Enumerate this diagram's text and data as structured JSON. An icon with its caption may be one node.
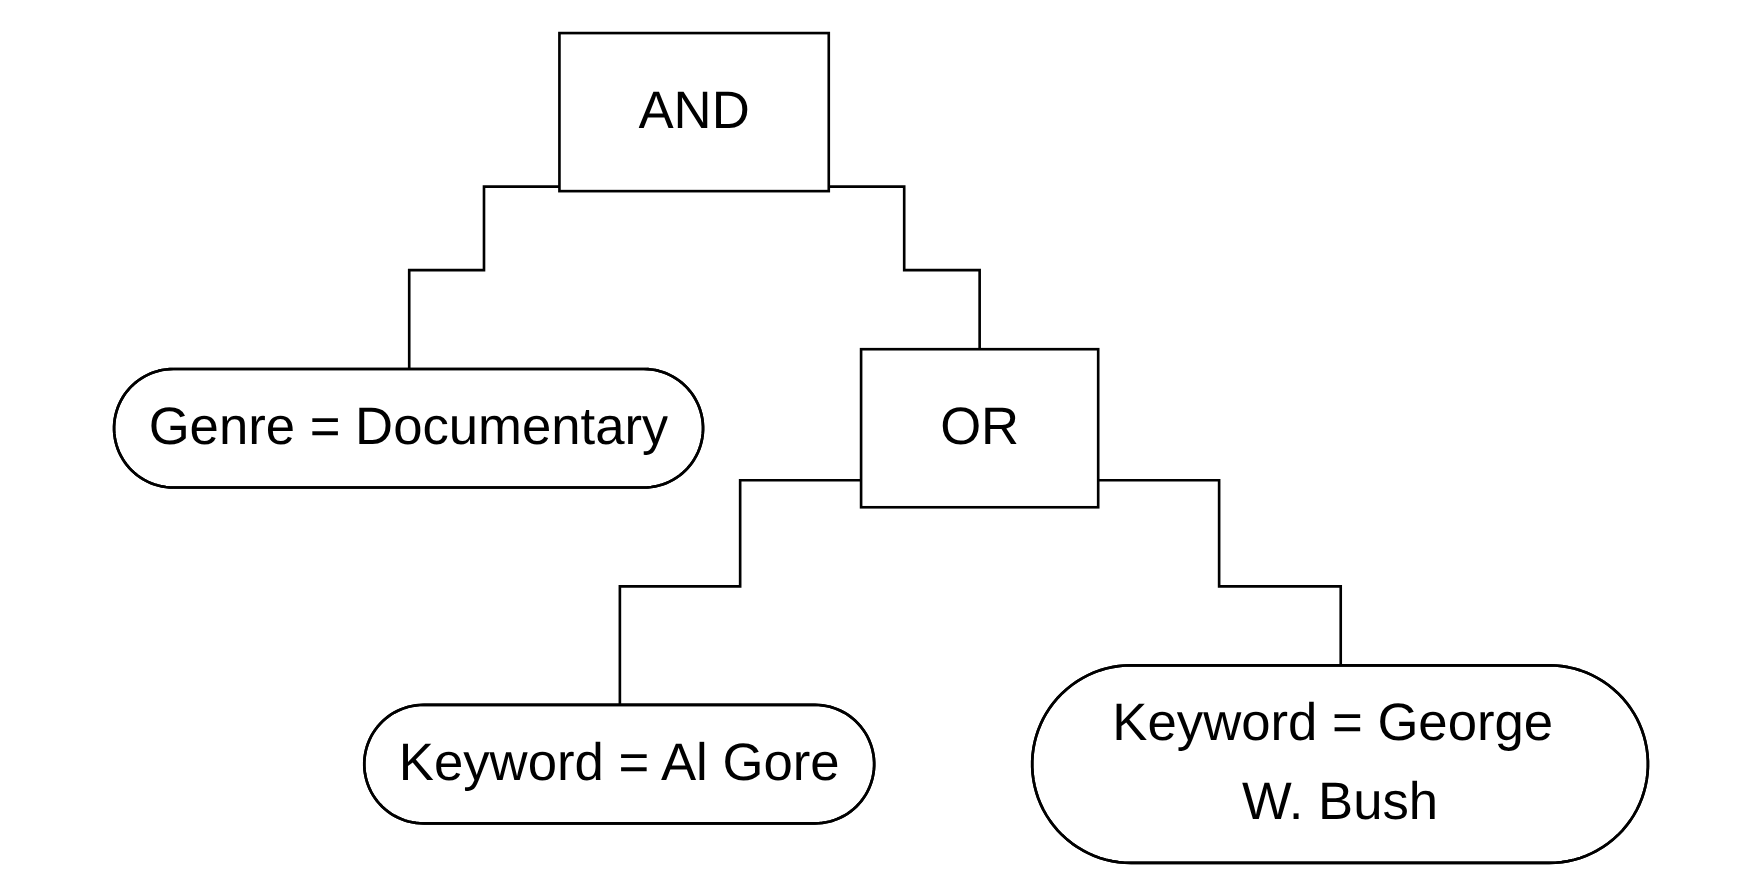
{
  "diagram": {
    "nodes": [
      {
        "text": [
          "AND"
        ]
      },
      {
        "text": [
          "Genre = Documentary"
        ]
      },
      {
        "text": [
          "OR"
        ]
      },
      {
        "text": [
          "Keyword = Al Gore"
        ]
      },
      {
        "text": [
          "Keyword = George W. Bush"
        ]
      }
    ],
    "edges": [
      {
        "from": 0,
        "to": 1,
        "arrow": "none"
      },
      {
        "from": 0,
        "to": 2,
        "arrow": "none"
      },
      {
        "from": 2,
        "to": 3,
        "arrow": "none"
      },
      {
        "from": 2,
        "to": 4,
        "arrow": "none"
      }
    ]
  }
}
